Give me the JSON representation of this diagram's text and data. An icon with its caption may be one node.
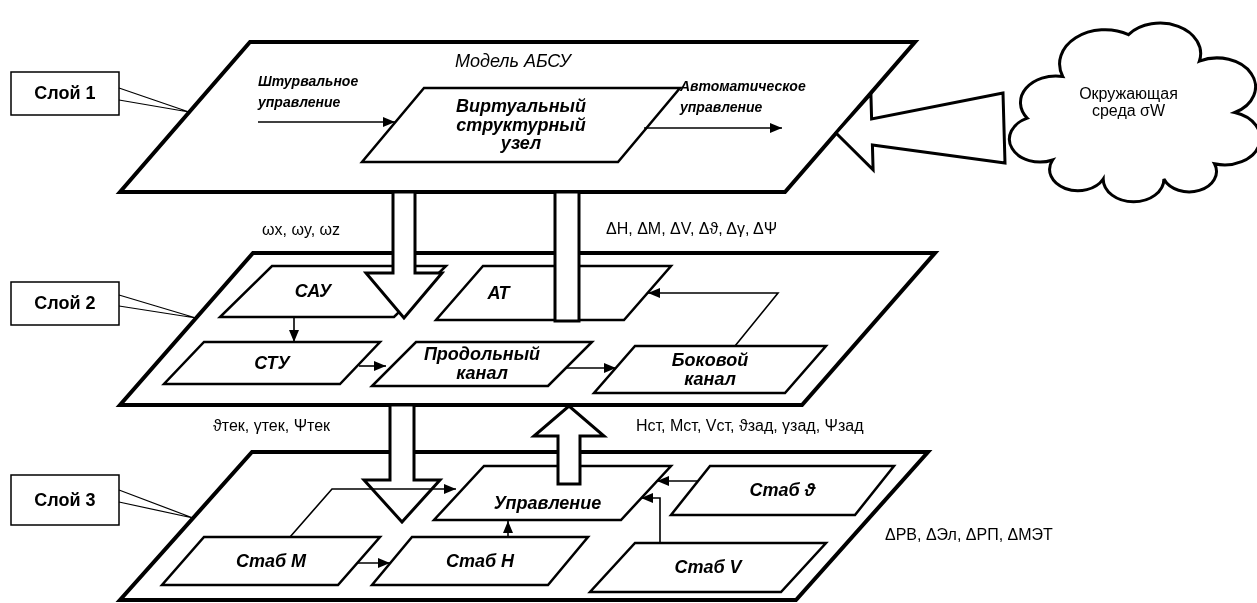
{
  "diagram": {
    "nodes": [
      {
        "text": [
          "Слой 1"
        ]
      },
      {
        "text": [
          "Модель АБСУ"
        ]
      },
      {
        "text": [
          "Штурвальное управление"
        ],
        "in": 1
      },
      {
        "text": [
          "Виртуальный структурный узел"
        ],
        "in": 1
      },
      {
        "text": [
          "Автоматическое управление"
        ],
        "in": 1
      },
      {
        "text": [
          "Окружающая среда σW"
        ]
      },
      {
        "text": [
          "Слой 2"
        ]
      },
      {
        "text": [],
        "shape": "parallelogram"
      },
      {
        "text": [
          "САУ"
        ],
        "in": 7
      },
      {
        "text": [
          "АТ"
        ],
        "in": 7
      },
      {
        "text": [
          "СТУ"
        ],
        "in": 7
      },
      {
        "text": [
          "Продольный канал"
        ],
        "in": 7
      },
      {
        "text": [
          "Боковой канал"
        ],
        "in": 7
      },
      {
        "text": [
          "Слой 3"
        ]
      },
      {
        "text": [],
        "shape": "parallelogram"
      },
      {
        "text": [
          "Управление"
        ],
        "in": 14
      },
      {
        "text": [
          "Стаб ϑ"
        ],
        "in": 14
      },
      {
        "text": [
          "Стаб М"
        ],
        "in": 14
      },
      {
        "text": [
          "Стаб Н"
        ],
        "in": 14
      },
      {
        "text": [
          "Стаб V"
        ],
        "in": 14
      }
    ],
    "edges": [
      {
        "from": 0,
        "to": 1,
        "arrow": "none"
      },
      {
        "from": 2,
        "to": 3,
        "arrow": "to"
      },
      {
        "from": 3,
        "to": 4,
        "arrow": "to"
      },
      {
        "from": 5,
        "to": 1,
        "arrow": "to",
        "style": "thick"
      },
      {
        "from": 6,
        "to": 7,
        "arrow": "none"
      },
      {
        "from": 1,
        "to": 8,
        "arrow": "to",
        "style": "thick",
        "label": "ωx, ωy, ωz"
      },
      {
        "from": 1,
        "to": 9,
        "arrow": "none",
        "style": "thick",
        "label": "ΔH, ΔM, ΔV, Δϑ, Δγ, ΔΨ"
      },
      {
        "from": 8,
        "to": 10,
        "arrow": "to"
      },
      {
        "from": 10,
        "to": 11,
        "arrow": "to"
      },
      {
        "from": 11,
        "to": 12,
        "arrow": "to"
      },
      {
        "from": 12,
        "to": 9,
        "arrow": "to"
      },
      {
        "from": 13,
        "to": 14,
        "arrow": "none"
      },
      {
        "from": 7,
        "to": 15,
        "arrow": "to",
        "style": "thick",
        "label": "ϑтек, γтек, Ψтек"
      },
      {
        "from": 15,
        "to": 7,
        "arrow": "to",
        "style": "thick",
        "label": "Hст, Mст, Vст, ϑзад, γзад, Ψзад"
      },
      {
        "from": 17,
        "to": 15,
        "arrow": "to"
      },
      {
        "from": 17,
        "to": 18,
        "arrow": "to"
      },
      {
        "from": 18,
        "to": 15,
        "arrow": "to"
      },
      {
        "from": 16,
        "to": 15,
        "arrow": "to"
      },
      {
        "from": 19,
        "to": 15,
        "arrow": "to"
      }
    ],
    "labels": [
      "ΔРВ, ΔЭл, ΔРП, ΔМЭТ"
    ]
  }
}
